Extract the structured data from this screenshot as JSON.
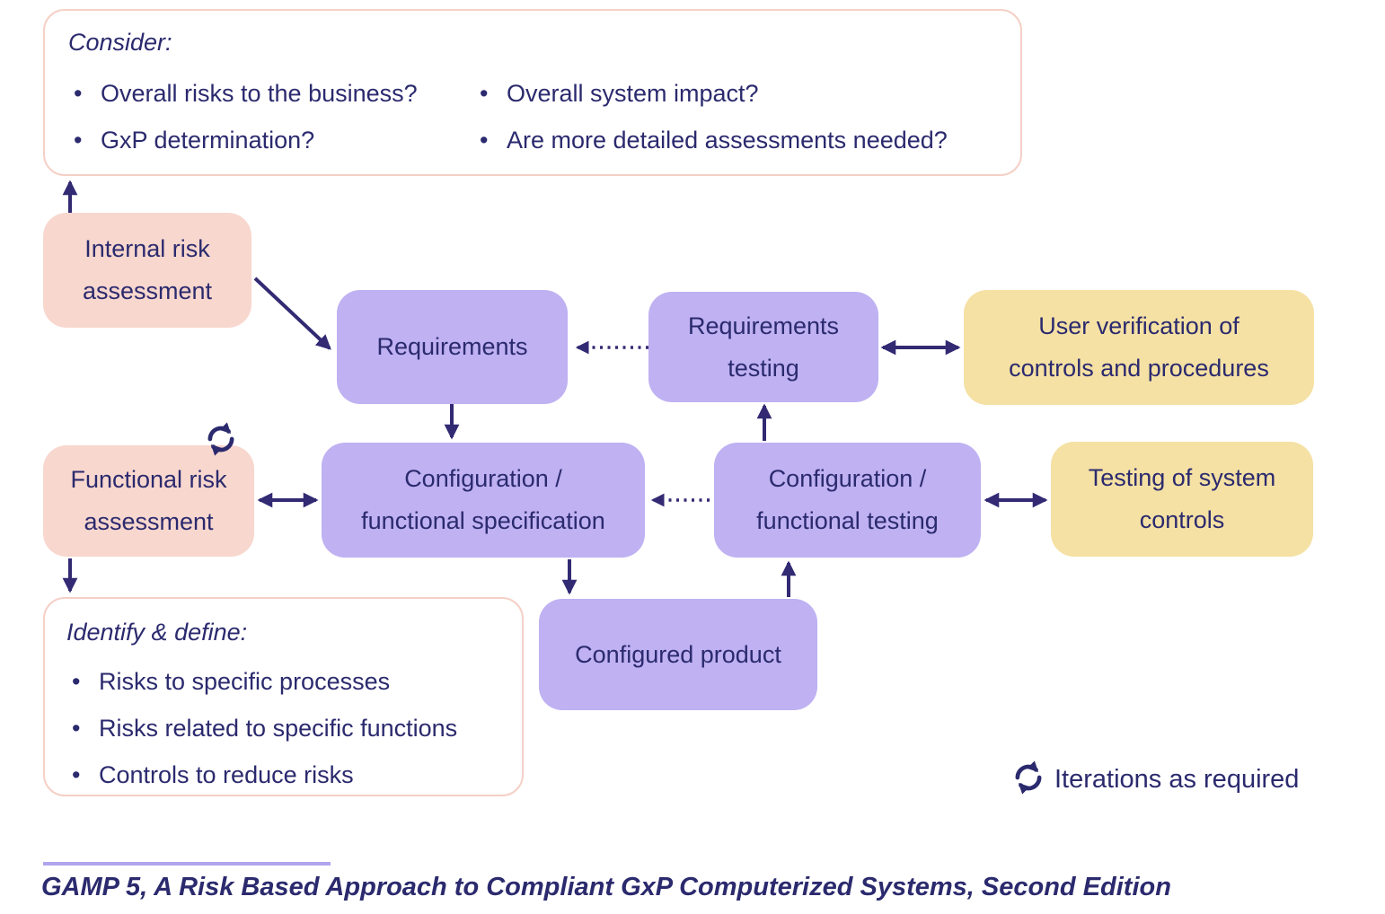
{
  "colors": {
    "text_navy": "#2b2a6e",
    "arrow": "#322a73",
    "pink_fill": "#f8d7ce",
    "pink_border": "#f5d0c6",
    "purple_fill": "#bfb1f2",
    "yellow_fill": "#f5e1a4",
    "divider_purple": "#b1a4ee",
    "background": "#ffffff"
  },
  "icons": {
    "iterations_icon": "refresh-cycle-arrows"
  },
  "consider_panel": {
    "title": "Consider:",
    "col1": [
      "Overall risks to the business?",
      "GxP determination?"
    ],
    "col2": [
      "Overall system impact?",
      "Are more detailed assessments needed?"
    ]
  },
  "boxes": {
    "internal_risk": {
      "line1": "Internal risk",
      "line2": "assessment"
    },
    "requirements": {
      "line1": "Requirements"
    },
    "requirements_testing": {
      "line1": "Requirements",
      "line2": "testing"
    },
    "user_verification": {
      "line1": "User verification of",
      "line2": "controls and procedures"
    },
    "functional_risk": {
      "line1": "Functional risk",
      "line2": "assessment"
    },
    "config_spec": {
      "line1": "Configuration /",
      "line2": "functional specification"
    },
    "config_testing": {
      "line1": "Configuration /",
      "line2": "functional testing"
    },
    "testing_controls": {
      "line1": "Testing of system",
      "line2": "controls"
    },
    "configured_product": {
      "line1": "Configured product"
    }
  },
  "identify_panel": {
    "title": "Identify & define:",
    "bullets": [
      "Risks to specific processes",
      "Risks related to specific functions",
      "Controls to reduce risks"
    ]
  },
  "legend": {
    "iterations_label": "Iterations as required"
  },
  "footer": {
    "citation": "GAMP 5, A Risk Based Approach to Compliant GxP Computerized Systems, Second Edition"
  }
}
